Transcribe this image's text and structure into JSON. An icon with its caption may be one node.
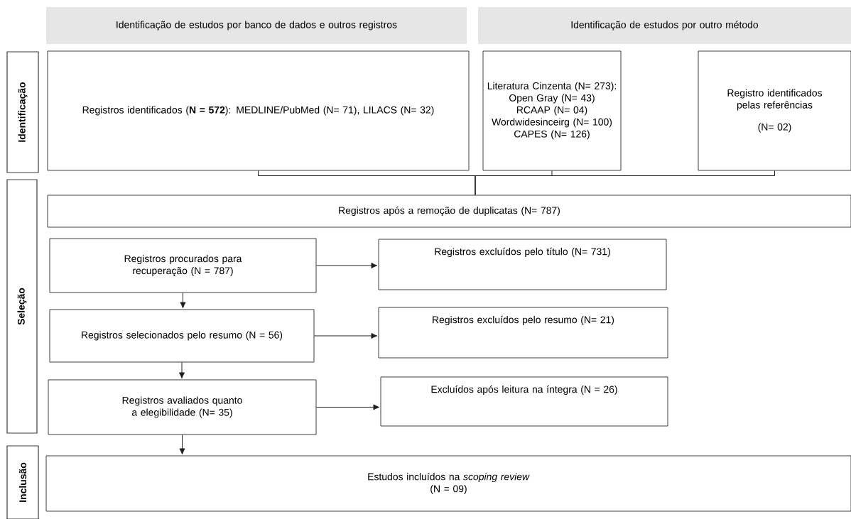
{
  "diagram": {
    "nodes": [
      {
        "text": [
          "Identificação de estudos por banco de dados e outros registros"
        ]
      },
      {
        "text": [
          "Identificação de estudos por outro método"
        ]
      },
      {
        "text": [
          "Identificação"
        ]
      },
      {
        "text": [
          "Seleção"
        ]
      },
      {
        "text": [
          "Inclusão"
        ]
      },
      {
        "text": [
          "Registros identificados (**N = 572**): MEDLINE/PubMed (N= 71), LILACS (N= 32)"
        ]
      },
      {
        "text": [
          "Literatura Cinzenta (N= 273):",
          "Open Gray (N= 43)",
          "RCAAP (N= 04)",
          "Wordwidesinceirg (N= 100)",
          "CAPES (N= 126)"
        ]
      },
      {
        "text": [
          "Registro identificados pelas referências",
          "(N= 02)"
        ]
      },
      {
        "text": [
          "Registros após a remoção de duplicatas (N= 787)"
        ]
      },
      {
        "text": [
          "Registros procurados para recuperação (N = 787)"
        ]
      },
      {
        "text": [
          "Registros excluídos pelo título (N= 731)"
        ]
      },
      {
        "text": [
          "Registros selecionados pelo resumo (N = 56)"
        ]
      },
      {
        "text": [
          "Registros excluídos pelo resumo (N= 21)"
        ]
      },
      {
        "text": [
          "Registros avaliados quanto a elegibilidade (N= 35)"
        ]
      },
      {
        "text": [
          "Excluídos após leitura na íntegra (N = 26)"
        ]
      },
      {
        "text": [
          "Estudos incluídos na *scoping review*",
          "(N = 09)"
        ]
      }
    ],
    "edges": [
      {
        "from": 5,
        "to": 8,
        "arrow": "none"
      },
      {
        "from": 6,
        "to": 8,
        "arrow": "none"
      },
      {
        "from": 7,
        "to": 8,
        "arrow": "none"
      },
      {
        "from": 9,
        "to": 10,
        "arrow": "to"
      },
      {
        "from": 9,
        "to": 11,
        "arrow": "to"
      },
      {
        "from": 11,
        "to": 12,
        "arrow": "to"
      },
      {
        "from": 11,
        "to": 13,
        "arrow": "to"
      },
      {
        "from": 13,
        "to": 14,
        "arrow": "to"
      },
      {
        "from": 13,
        "to": 15,
        "arrow": "to"
      }
    ]
  }
}
